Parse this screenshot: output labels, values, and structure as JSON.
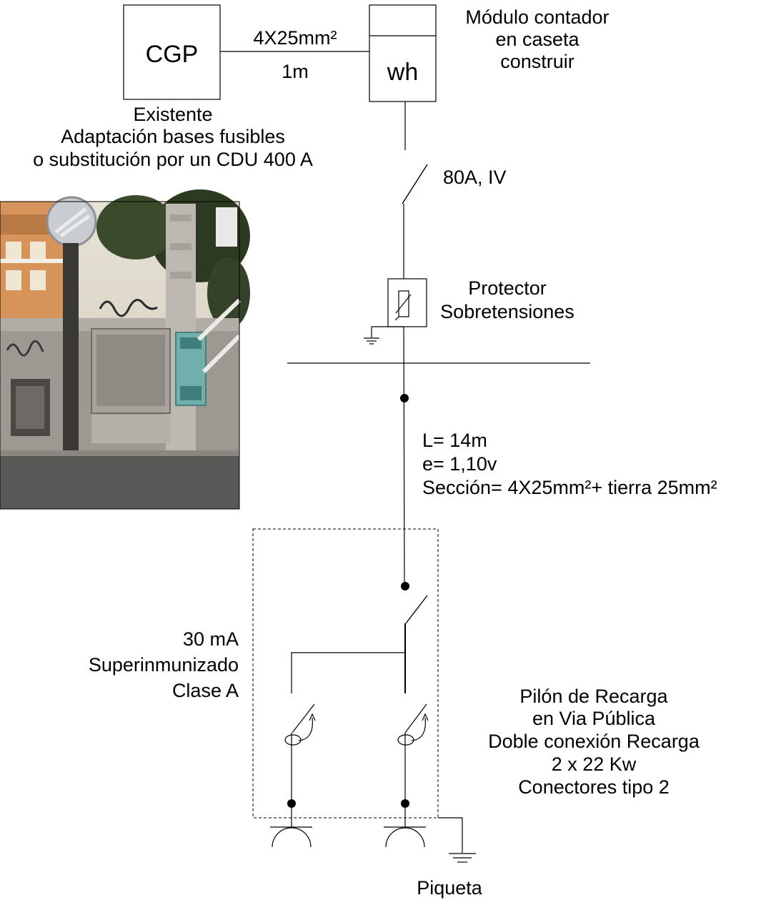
{
  "cgp": {
    "label": "CGP",
    "caption": [
      "Existente",
      "Adaptación bases fusibles",
      "o substitución por un CDU 400 A"
    ]
  },
  "feeder": {
    "section": "4X25mm²",
    "length": "1m"
  },
  "meter": {
    "label": "wh",
    "caption": [
      "Módulo contador",
      "en caseta",
      "construir"
    ]
  },
  "main_switch": {
    "label": "80A, IV"
  },
  "surge": {
    "caption": [
      "Protector",
      "Sobretensiones"
    ]
  },
  "line": {
    "specs": [
      "L= 14m",
      "e= 1,10v",
      "Sección= 4X25mm²+ tierra 25mm²"
    ]
  },
  "rcd": {
    "caption": [
      "30 mA",
      "Superinmunizado",
      "Clase A"
    ]
  },
  "pylon": {
    "caption": [
      "Pilón de Recarga",
      "en Via Pública",
      "Doble conexión Recarga",
      "2 x 22 Kw",
      "Conectores tipo 2"
    ]
  },
  "ground": {
    "label": "Piqueta"
  }
}
